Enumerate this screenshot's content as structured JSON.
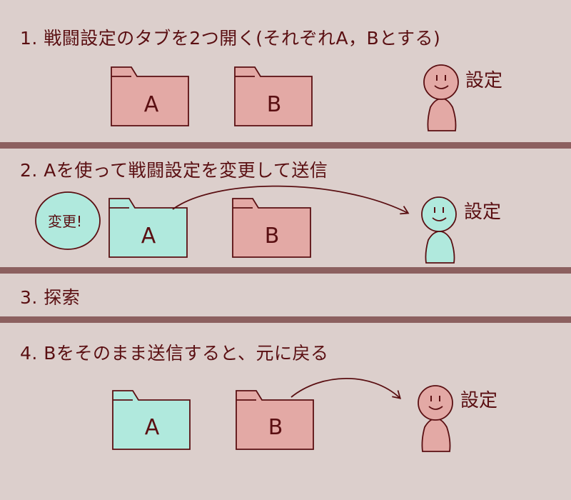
{
  "steps": [
    {
      "label": "1. 戦闘設定のタブを2つ開く(それぞれA，Bとする)"
    },
    {
      "label": "2. Aを使って戦闘設定を変更して送信"
    },
    {
      "label": "3. 探索"
    },
    {
      "label": "4. Bをそのまま送信すると、元に戻る"
    }
  ],
  "folders": {
    "a": "A",
    "b": "B"
  },
  "person_label": "設定",
  "bubble_text": "変更!",
  "colors": {
    "background": "#dccfcc",
    "divider": "#8c605f",
    "ink": "#5a0f12",
    "pink": "#e3a9a5",
    "teal": "#b0e9dd"
  }
}
